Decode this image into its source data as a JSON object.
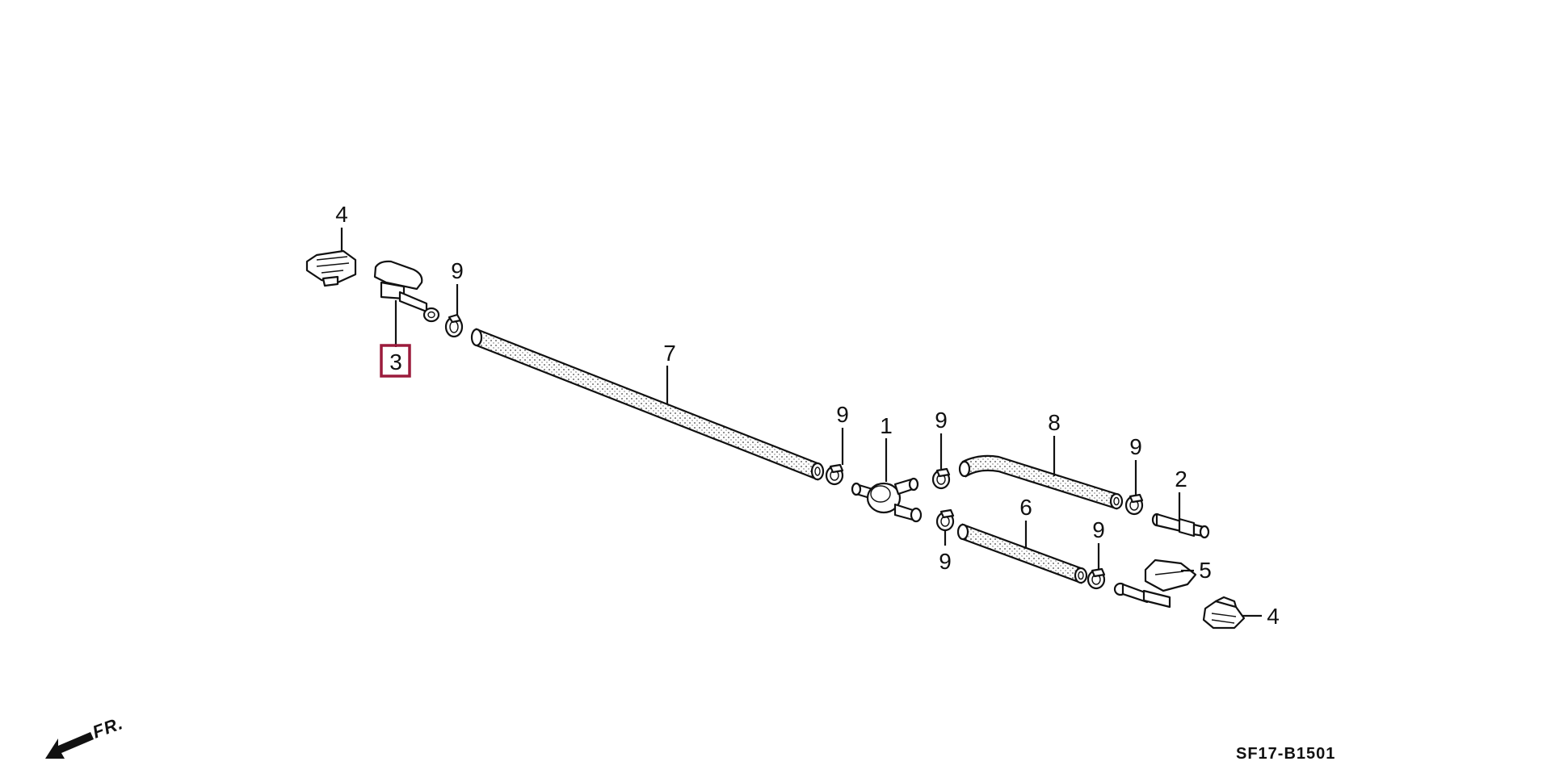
{
  "diagram": {
    "callouts": {
      "nozzle_left": "3",
      "nozzle_right": "5",
      "clip_left": "4",
      "clip_right": "4",
      "tube_long": "7",
      "joint": "1",
      "tube_bent": "8",
      "tube_short": "6",
      "check_valve": "2",
      "clamp_a": "9",
      "clamp_b": "9",
      "clamp_c": "9",
      "clamp_d": "9",
      "clamp_e": "9",
      "clamp_f": "9"
    },
    "highlight_color": "#9b1b3c",
    "front_indicator": "FR.",
    "drawing_code": "SF17-B1501"
  }
}
